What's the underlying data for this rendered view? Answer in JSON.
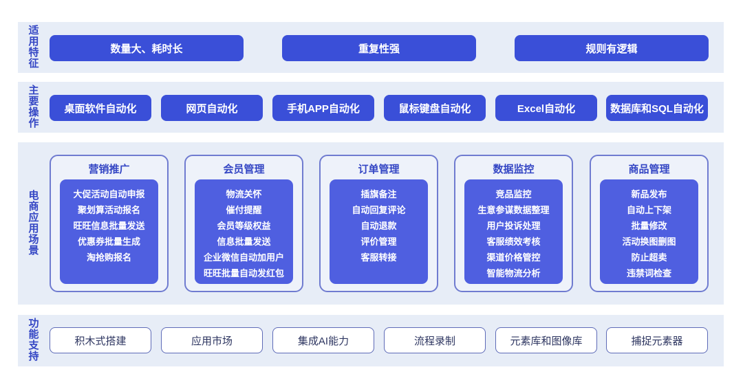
{
  "rows": {
    "features": {
      "label": "适用特征",
      "items": [
        "数量大、耗时长",
        "重复性强",
        "规则有逻辑"
      ]
    },
    "operations": {
      "label": "主要操作",
      "items": [
        "桌面软件自动化",
        "网页自动化",
        "手机APP自动化",
        "鼠标键盘自动化",
        "Excel自动化",
        "数据库和SQL自动化"
      ]
    },
    "scenarios": {
      "label": "电商应用场景",
      "cards": [
        {
          "title": "营销推广",
          "items": [
            "大促活动自动申报",
            "聚划算活动报名",
            "旺旺信息批量发送",
            "优惠券批量生成",
            "淘抢购报名"
          ]
        },
        {
          "title": "会员管理",
          "items": [
            "物流关怀",
            "催付提醒",
            "会员等级权益",
            "信息批量发送",
            "企业微信自动加用户",
            "旺旺批量自动发红包"
          ]
        },
        {
          "title": "订单管理",
          "items": [
            "插旗备注",
            "自动回复评论",
            "自动退款",
            "评价管理",
            "客服转接"
          ]
        },
        {
          "title": "数据监控",
          "items": [
            "竞品监控",
            "生意参谋数据整理",
            "用户投诉处理",
            "客服绩效考核",
            "渠道价格管控",
            "智能物流分析"
          ]
        },
        {
          "title": "商品管理",
          "items": [
            "新品发布",
            "自动上下架",
            "批量修改",
            "活动换图删图",
            "防止超卖",
            "违禁词检查"
          ]
        }
      ]
    },
    "support": {
      "label": "功能支持",
      "items": [
        "积木式搭建",
        "应用市场",
        "集成AI能力",
        "流程录制",
        "元素库和图像库",
        "捕捉元素器"
      ]
    }
  },
  "colors": {
    "primary": "#3a4fd8",
    "inner": "#4f5fe0",
    "row_bg": "#e7edf7",
    "label": "#3446c4"
  }
}
